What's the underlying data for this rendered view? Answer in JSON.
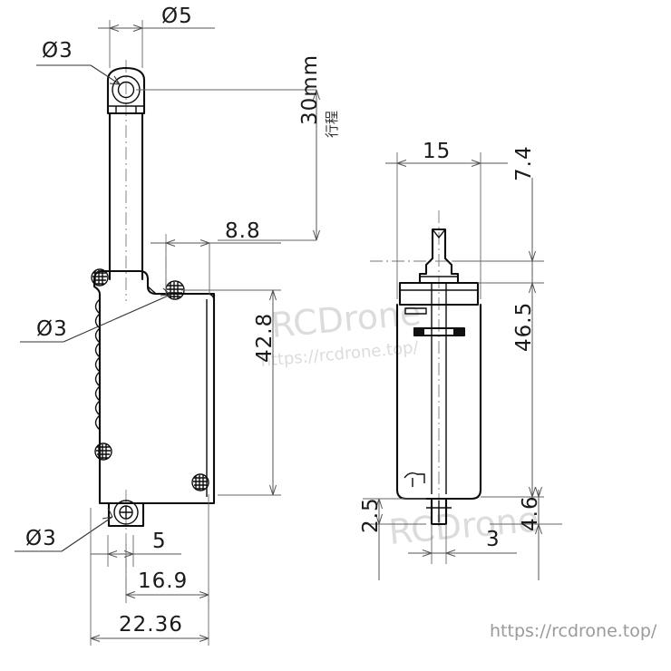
{
  "drawing": {
    "title": "Linear actuator mechanical drawing",
    "units": "mm",
    "views": [
      {
        "name": "front-view",
        "position": "left"
      },
      {
        "name": "side-view",
        "position": "right"
      }
    ]
  },
  "dimensions": {
    "dia_top_pivot": "Ø3",
    "dia_5_width": "Ø5",
    "dia_mid_leader": "Ø3",
    "dia_bottom_pivot": "Ø3",
    "stroke_value": "30mm",
    "stroke_label_cjk": "行程",
    "offset_8_8": "8.8",
    "body_height_42_8": "42.8",
    "hole_offset_5": "5",
    "width_16_9": "16.9",
    "width_22_36": "22.36",
    "side_width_15": "15",
    "side_top_7_4": "7.4",
    "side_body_46_5": "46.5",
    "side_bottom_2_5": "2.5",
    "side_shaft_3": "3",
    "side_bottom_4_6": "4.6"
  },
  "watermark": {
    "brand": "RCDrone",
    "url_small": "https://rcdrone.top/",
    "brand_2": "RCDrone",
    "footer_url": "https://rcdrone.top/"
  },
  "colors": {
    "outline": "#0d0d0d",
    "dimension": "#555555",
    "center_line": "#777777",
    "watermark": "#dcdcdc",
    "footer": "#9a9a9a",
    "background": "#ffffff"
  }
}
